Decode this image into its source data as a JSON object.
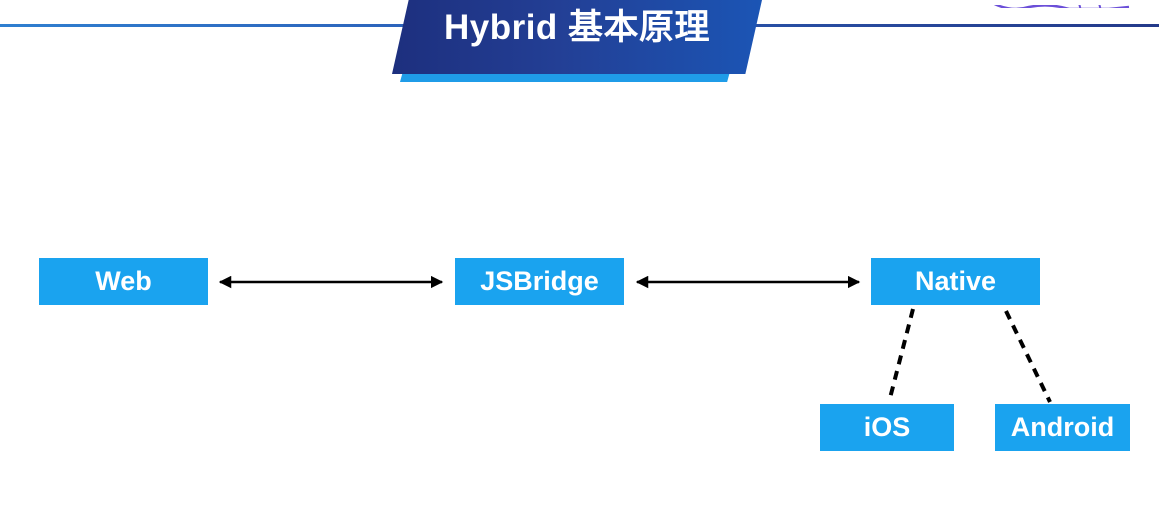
{
  "slide": {
    "title": "Hybrid 基本原理"
  },
  "diagram": {
    "nodes": {
      "web": "Web",
      "bridge": "JSBridge",
      "native": "Native",
      "ios": "iOS",
      "android": "Android"
    },
    "edges": [
      {
        "from": "web",
        "to": "bridge",
        "style": "double-arrow"
      },
      {
        "from": "bridge",
        "to": "native",
        "style": "double-arrow"
      },
      {
        "from": "native",
        "to": "ios",
        "style": "dashed"
      },
      {
        "from": "native",
        "to": "android",
        "style": "dashed"
      }
    ]
  },
  "colors": {
    "node_fill": "#1aa3ef",
    "banner_dark": "#1d2f7e",
    "banner_accent": "#1f9ce8",
    "line": "#000000"
  }
}
